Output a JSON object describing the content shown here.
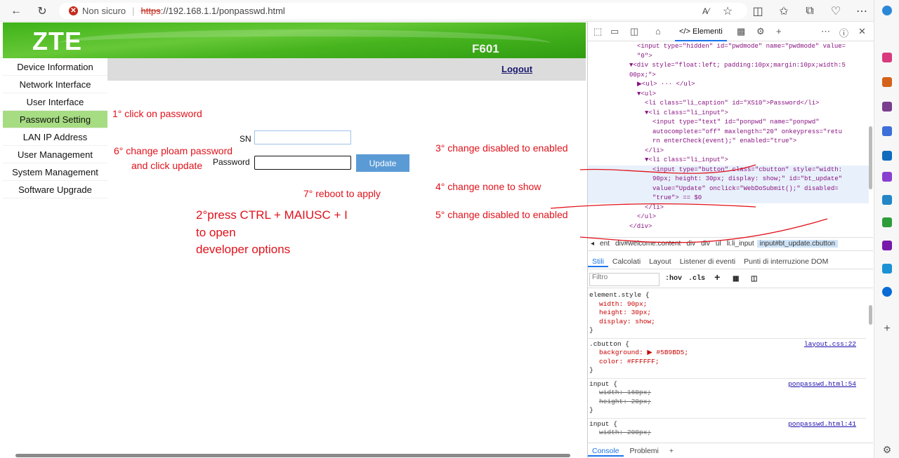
{
  "browser": {
    "security_label": "Non sicuro",
    "url_scheme": "https",
    "url_rest": "://192.168.1.1/ponpasswd.html"
  },
  "router": {
    "logo": "ZTE",
    "model": "F601",
    "logout": "Logout",
    "menu": [
      {
        "label": "Device Information"
      },
      {
        "label": "Network Interface"
      },
      {
        "label": "User Interface"
      },
      {
        "label": "Password Setting",
        "active": true
      },
      {
        "label": "LAN IP Address"
      },
      {
        "label": "User Management"
      },
      {
        "label": "System Management"
      },
      {
        "label": "Software Upgrade"
      }
    ],
    "form": {
      "sn_label": "SN",
      "password_label": "Password",
      "update_label": "Update"
    }
  },
  "annotations": {
    "step1": "1° click on password",
    "step2_line1": "2°press  CTRL + MAIUSC + I",
    "step2_line2": "to open",
    "step2_line3": "developer options",
    "step3": "3° change disabled to enabled",
    "step4": "4° change none to show",
    "step5": "5° change disabled to enabled",
    "step6_line1": "6° change ploam password",
    "step6_line2": "and click update",
    "step7": "7° reboot to apply"
  },
  "devtools": {
    "elements_tab": "Elementi",
    "dom_lines": [
      {
        "indent": 6,
        "text": "<input type=\"hidden\" id=\"pwdmode\" name=\"pwdmode\" value="
      },
      {
        "indent": 6,
        "text": "\"0\">"
      },
      {
        "indent": 5,
        "text": "▼<div style=\"float:left; padding:10px;margin:10px;width:5"
      },
      {
        "indent": 5,
        "text": "00px;\">"
      },
      {
        "indent": 6,
        "text": "▶<ul> ··· </ul>"
      },
      {
        "indent": 6,
        "text": "▼<ul>"
      },
      {
        "indent": 7,
        "text": "<li class=\"li_caption\" id=\"XS10\">Password</li>"
      },
      {
        "indent": 7,
        "text": "▼<li class=\"li_input\">"
      },
      {
        "indent": 8,
        "text": "<input type=\"text\" id=\"ponpwd\" name=\"ponpwd\""
      },
      {
        "indent": 8,
        "text": "autocomplete=\"off\" maxlength=\"20\" onkeypress=\"retu"
      },
      {
        "indent": 8,
        "text": "rn enterCheck(event);\" enabled=\"true\">"
      },
      {
        "indent": 7,
        "text": "</li>"
      },
      {
        "indent": 7,
        "text": "▼<li class=\"li_input\">"
      },
      {
        "indent": 8,
        "text": "<input type=\"button\" class=\"cbutton\" style=\"width:",
        "sel": true
      },
      {
        "indent": 8,
        "text": "90px; height: 30px; display: show;\" id=\"bt_update\"",
        "sel": true
      },
      {
        "indent": 8,
        "text": "value=\"Update\" onclick=\"WebDoSubmit();\" disabled=",
        "sel": true
      },
      {
        "indent": 8,
        "text": "\"true\"> == $0",
        "sel": true
      },
      {
        "indent": 7,
        "text": "</li>"
      },
      {
        "indent": 6,
        "text": "</ul>"
      },
      {
        "indent": 5,
        "text": "</div>"
      }
    ],
    "breadcrumbs": [
      "ent",
      "div#welcome.content",
      "div",
      "div",
      "ul",
      "li.li_input",
      "input#bt_update.cbutton"
    ],
    "style_tabs": [
      "Stili",
      "Calcolati",
      "Layout",
      "Listener di eventi",
      "Punti di interruzione DOM"
    ],
    "filter_placeholder": "Filtro",
    "hov": ":hov",
    "cls": ".cls",
    "rules": [
      {
        "selector": "element.style {",
        "source": "",
        "props": [
          "width: 90px;",
          "height: 30px;",
          "display: show;"
        ],
        "strike": [
          false,
          false,
          false
        ]
      },
      {
        "selector": ".cbutton {",
        "source": "layout.css:22",
        "props": [
          "background: ▶ #5B9BD5;",
          "color: #FFFFFF;"
        ],
        "strike": [
          false,
          false
        ]
      },
      {
        "selector": "input {",
        "source": "ponpasswd.html:54",
        "props": [
          "width: 160px;",
          "height: 20px;"
        ],
        "strike": [
          true,
          true
        ]
      },
      {
        "selector": "input {",
        "source": "ponpasswd.html:41",
        "props": [
          "width: 200px;"
        ],
        "strike": [
          true
        ]
      }
    ],
    "console_tab": "Console",
    "problems_tab": "Problemi"
  },
  "colors": {
    "annotation": "#e0121b",
    "update_button": "#5b9bd5",
    "active_menu": "#a6dc82"
  }
}
